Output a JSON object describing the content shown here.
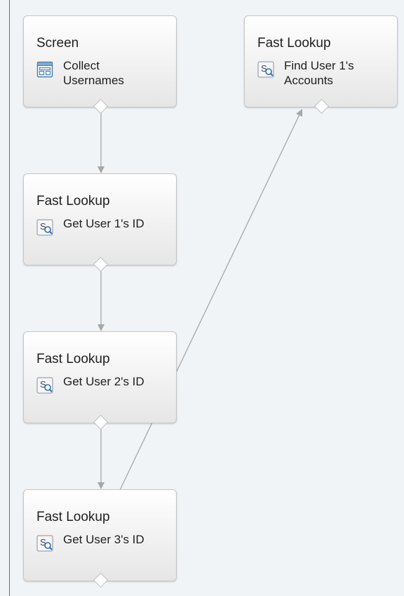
{
  "nodes": [
    {
      "type": "Screen",
      "label": "Collect Usernames",
      "icon": "screen-icon"
    },
    {
      "type": "Fast Lookup",
      "label": "Find User 1's Accounts",
      "icon": "fast-lookup-icon"
    },
    {
      "type": "Fast Lookup",
      "label": "Get User 1's ID",
      "icon": "fast-lookup-icon"
    },
    {
      "type": "Fast Lookup",
      "label": "Get User 2's ID",
      "icon": "fast-lookup-icon"
    },
    {
      "type": "Fast Lookup",
      "label": "Get User 3's ID",
      "icon": "fast-lookup-icon"
    }
  ],
  "icon_glyph": "S",
  "colors": {
    "canvas": "#f0f4f7",
    "connector": "#a6a6a6",
    "node_border": "#c7c7c7",
    "text": "#1f1f1f"
  }
}
